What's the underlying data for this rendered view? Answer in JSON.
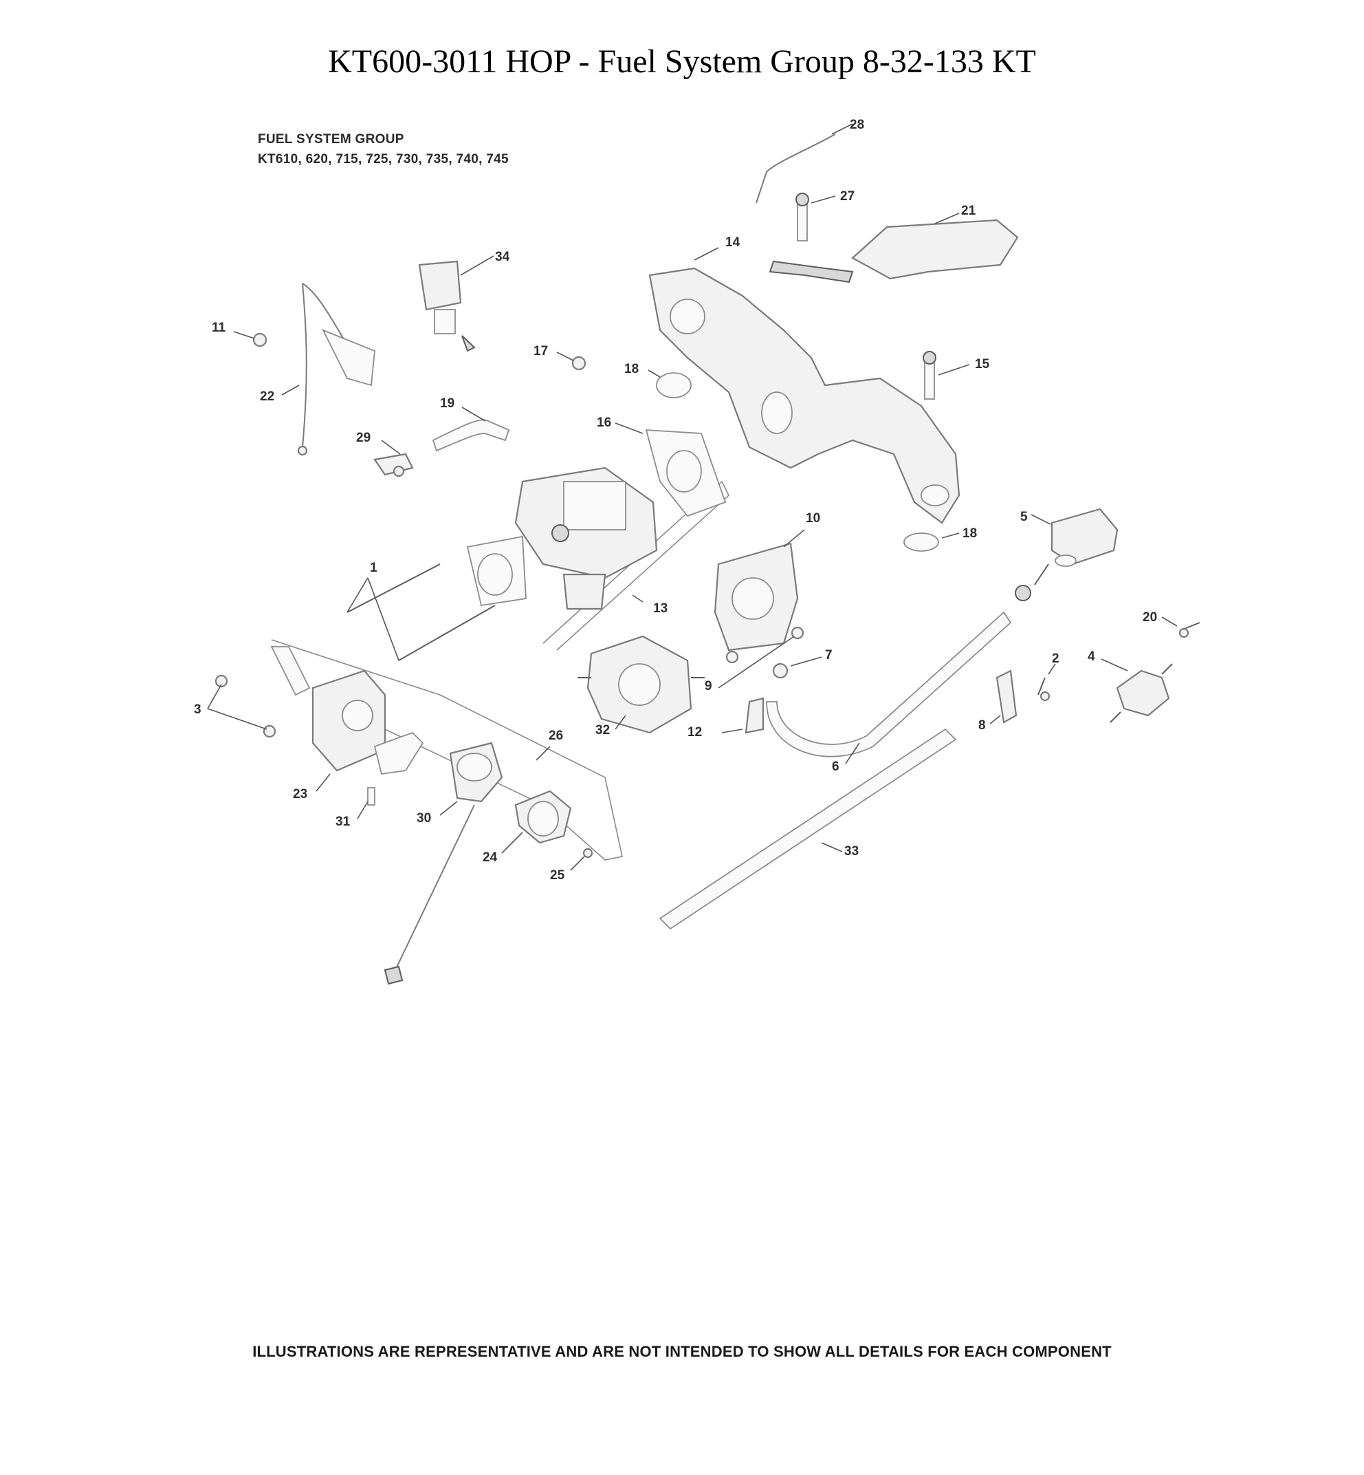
{
  "title": "KT600-3011 HOP - Fuel System Group 8-32-133 KT",
  "group_heading": {
    "line1": "FUEL SYSTEM GROUP",
    "line2": "KT610, 620, 715, 725, 730, 735, 740, 745"
  },
  "callouts": {
    "c1": "1",
    "c2": "2",
    "c3": "3",
    "c4": "4",
    "c5": "5",
    "c6": "6",
    "c7": "7",
    "c8": "8",
    "c9": "9",
    "c10": "10",
    "c11": "11",
    "c12": "12",
    "c13": "13",
    "c14": "14",
    "c15": "15",
    "c16": "16",
    "c17": "17",
    "c18a": "18",
    "c18b": "18",
    "c19": "19",
    "c20": "20",
    "c21": "21",
    "c22": "22",
    "c23": "23",
    "c24": "24",
    "c25": "25",
    "c26": "26",
    "c27": "27",
    "c28": "28",
    "c29": "29",
    "c30": "30",
    "c31": "31",
    "c32": "32",
    "c33": "33",
    "c34": "34"
  },
  "footer_note": "ILLUSTRATIONS ARE REPRESENTATIVE AND ARE NOT INTENDED TO SHOW ALL DETAILS FOR EACH COMPONENT"
}
